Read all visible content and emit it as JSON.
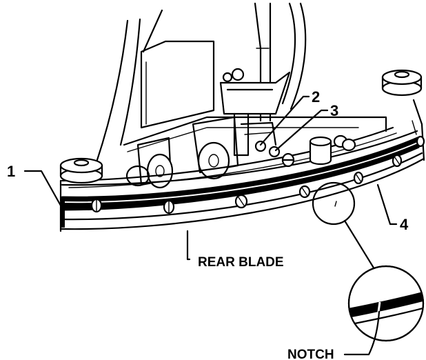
{
  "callouts": {
    "c1": "1",
    "c2": "2",
    "c3": "3",
    "c4": "4"
  },
  "labels": {
    "rear_blade": "REAR BLADE",
    "notch": "NOTCH"
  },
  "colors": {
    "ink": "#000000",
    "paper": "#ffffff"
  }
}
